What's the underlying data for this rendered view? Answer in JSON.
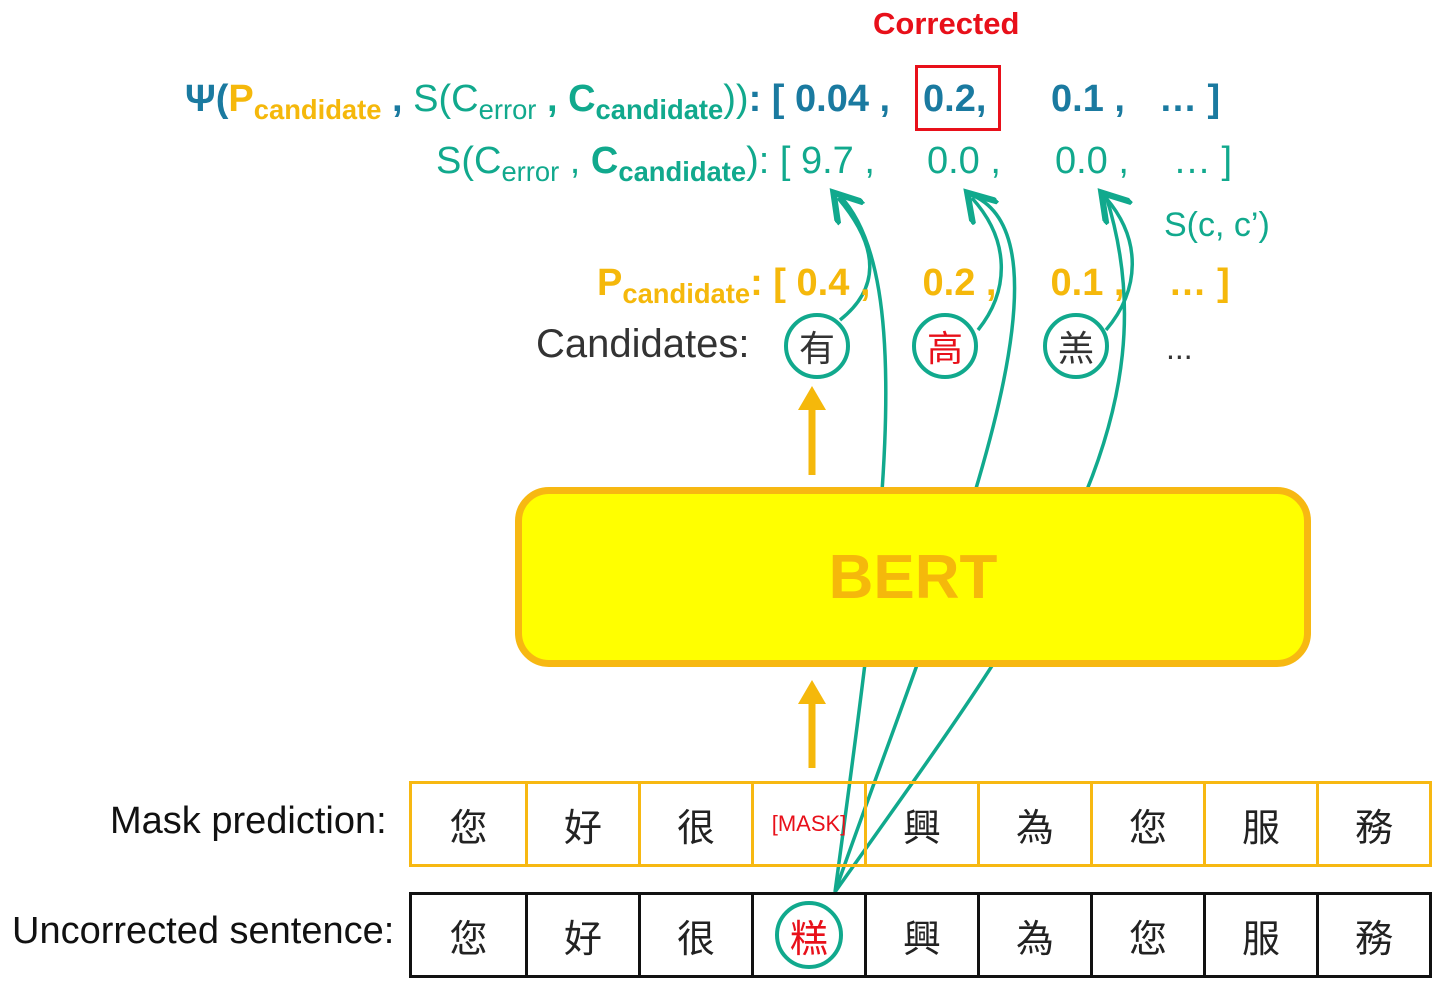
{
  "corrected_label": "Corrected",
  "psi_row": {
    "psi": "Ψ(",
    "p": "P",
    "p_sub": "candidate",
    "comma1": " , ",
    "s_open": "S(C",
    "error_sub": "error",
    "comma2": " , ",
    "c": "C",
    "candidate_sub": "candidate",
    "close": "))",
    "colon": ": [",
    "v1": "0.04 ,",
    "v2": "0.2,",
    "v3": "0.1 ,",
    "v4": "… ]"
  },
  "s_row": {
    "s_open": "S(C",
    "error_sub": "error",
    "comma": " , ",
    "c": "C",
    "candidate_sub": "candidate",
    "close": "): [",
    "v1": "9.7 ,",
    "v2": "0.0 ,",
    "v3": "0.0 ,",
    "v4": "… ]"
  },
  "sprime_label": "S(c, c’)",
  "p_row": {
    "p": "P",
    "p_sub": "candidate",
    "colon": ": [",
    "v1": "0.4 ,",
    "v2": "0.2 ,",
    "v3": "0.1 ,",
    "v4": "… ]"
  },
  "candidates_label": "Candidates:",
  "candidates": [
    "有",
    "高",
    "羔"
  ],
  "candidates_ellipsis": "...",
  "bert_label": "BERT",
  "mask_label": "Mask prediction:",
  "mask_tokens": [
    "您",
    "好",
    "很",
    "[MASK]",
    "興",
    "為",
    "您",
    "服",
    "務"
  ],
  "uncorrected_label": "Uncorrected sentence:",
  "uncorrected_tokens": [
    "您",
    "好",
    "很",
    "糕",
    "興",
    "為",
    "您",
    "服",
    "務"
  ],
  "colors": {
    "teal": "#11a98d",
    "blue": "#1a7aa0",
    "orange": "#f5b80b",
    "red": "#e8101a",
    "bert_fill": "#ffff00"
  }
}
